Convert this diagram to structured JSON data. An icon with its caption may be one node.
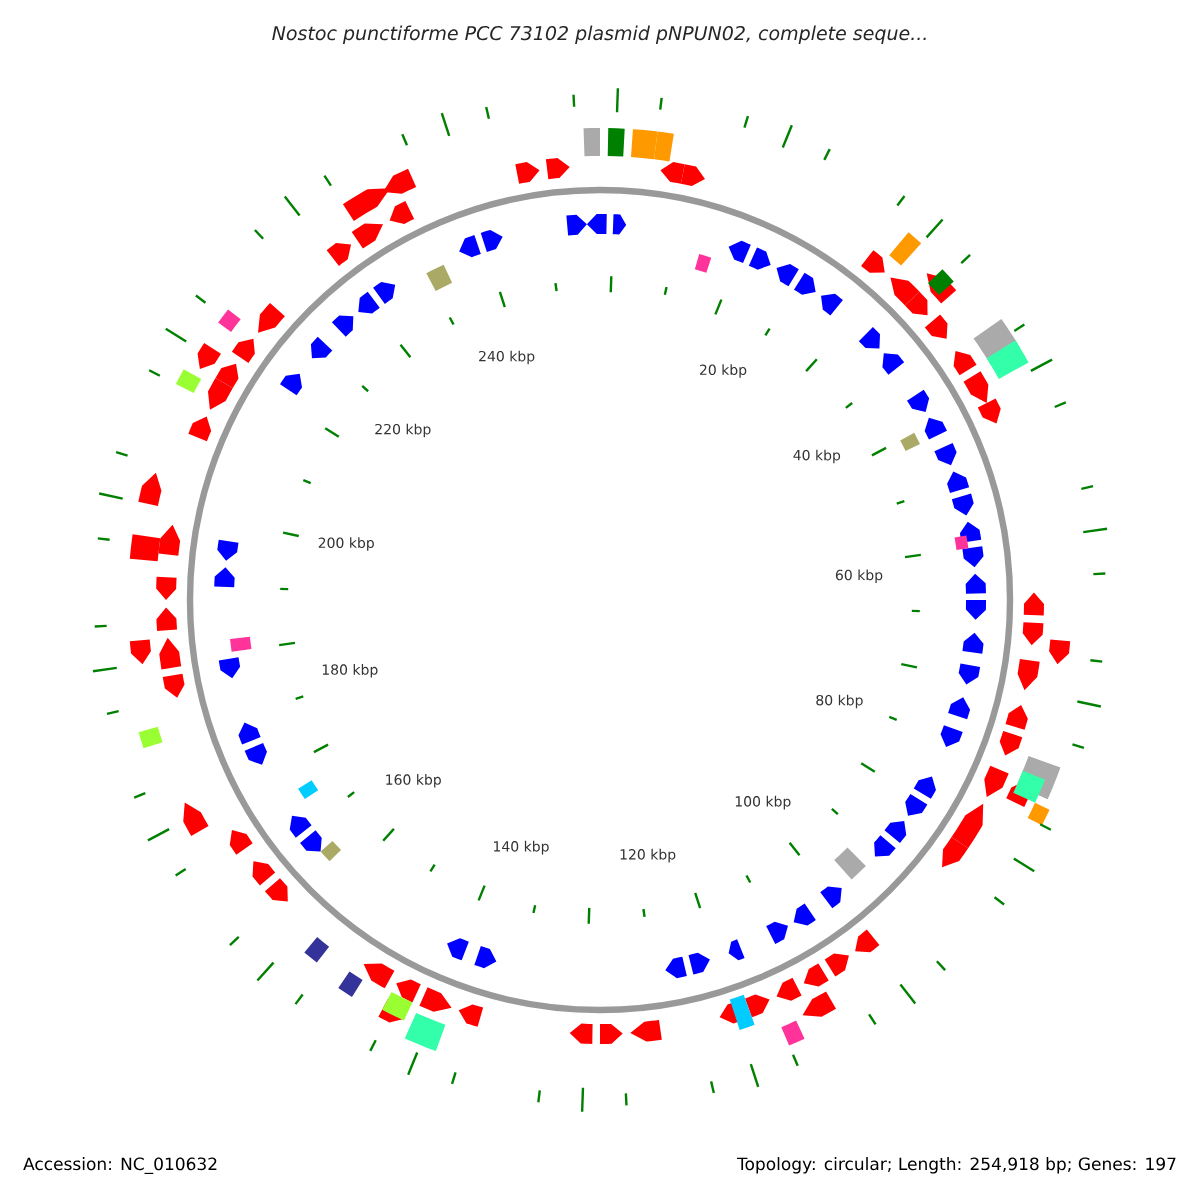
{
  "diagram": {
    "title": "*Nostoc punctiforme PCC 73102 plasmid pNPUN02, complete seque...*",
    "labels": [
      "20 kbp",
      "40 kbp",
      "60 kbp",
      "80 kbp",
      "100 kbp",
      "120 kbp",
      "140 kbp",
      "160 kbp",
      "180 kbp",
      "200 kbp",
      "220 kbp",
      "240 kbp",
      "Accession: NC_010632",
      "Topology: circular; Length: 254,918 bp; Genes: 197"
    ]
  }
}
